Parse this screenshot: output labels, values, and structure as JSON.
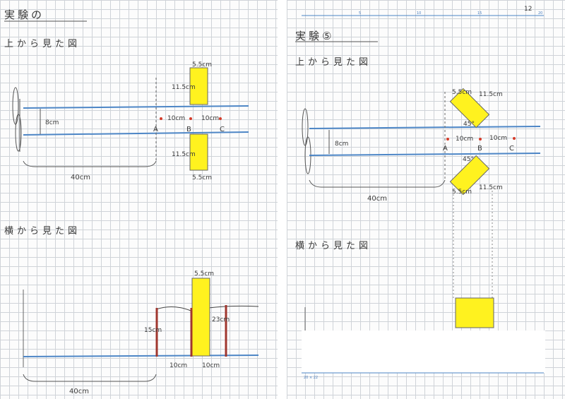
{
  "left_page": {
    "title": "実験の",
    "top_view": {
      "heading": "上から見た図",
      "plate_width_top": "5.5cm",
      "plate_height_top": "11.5cm",
      "plate_width_bottom": "5.5cm",
      "plate_height_bottom": "11.5cm",
      "lane_width": "8cm",
      "distance": "40cm",
      "gap_ab": "10cm",
      "gap_bc": "10cm",
      "point_a": "A",
      "point_b": "B",
      "point_c": "C"
    },
    "side_view": {
      "heading": "横から見た図",
      "plate_width": "5.5cm",
      "height_a": "15cm",
      "height_b": "23cm",
      "gap_ab": "10cm",
      "gap_bc": "10cm",
      "distance": "40cm"
    }
  },
  "right_page": {
    "page_number": "12",
    "ruler_marks": [
      "5",
      "10",
      "15",
      "20"
    ],
    "title": "実験⑤",
    "top_view": {
      "heading": "上から見た図",
      "plate_width_top": "5.5cm",
      "plate_height_top": "11.5cm",
      "angle_top": "45°",
      "plate_width_bottom": "5.5cm",
      "plate_height_bottom": "11.5cm",
      "angle_bottom": "45°",
      "lane_width": "8cm",
      "distance": "40cm",
      "gap_ab": "10cm",
      "gap_bc": "10cm",
      "point_a": "A",
      "point_b": "B",
      "point_c": "C"
    },
    "side_view": {
      "heading": "横から見た図"
    },
    "footer_mark": "20 × 22"
  },
  "colors": {
    "lane_line": "#4d86c6",
    "plate_fill": "#fff21f",
    "pencil": "#3a3a3a",
    "pole": "#a0362e",
    "marker_dot": "#d43c2a"
  }
}
